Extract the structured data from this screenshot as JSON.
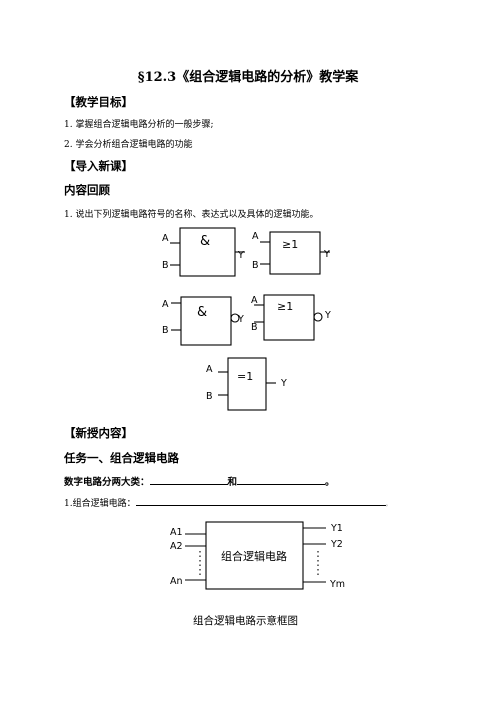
{
  "title": "§12.3《组合逻辑电路的分析》教学案",
  "objectives": {
    "heading": "【教学目标】",
    "items": [
      "1.  掌握组合逻辑电路分析的一般步骤;",
      "2.  学会分析组合逻辑电路的功能"
    ]
  },
  "intro": {
    "heading": "【导入新课】",
    "subheading": "内容回顾",
    "item1": "1.  说出下列逻辑电路符号的名称、表达式以及具体的逻辑功能。"
  },
  "gates": {
    "input_a": "A",
    "input_b": "B",
    "output": "Y",
    "and_symbol": "&",
    "or_symbol": "≥1",
    "xor_symbol": "=1"
  },
  "new_content": {
    "heading": "【新授内容】",
    "task": "任务一、组合逻辑电路",
    "categories_label": "数字电路分两大类：",
    "categories_and": "和",
    "categories_end": "。",
    "definition_label": "1.组合逻辑电路：",
    "definition_end": "。"
  },
  "block_diagram": {
    "inputs": [
      "A1",
      "A2",
      "An"
    ],
    "outputs": [
      "Y1",
      "Y2",
      "Ym"
    ],
    "box_label": "组合逻辑电路",
    "caption": "组合逻辑电路示意框图"
  }
}
